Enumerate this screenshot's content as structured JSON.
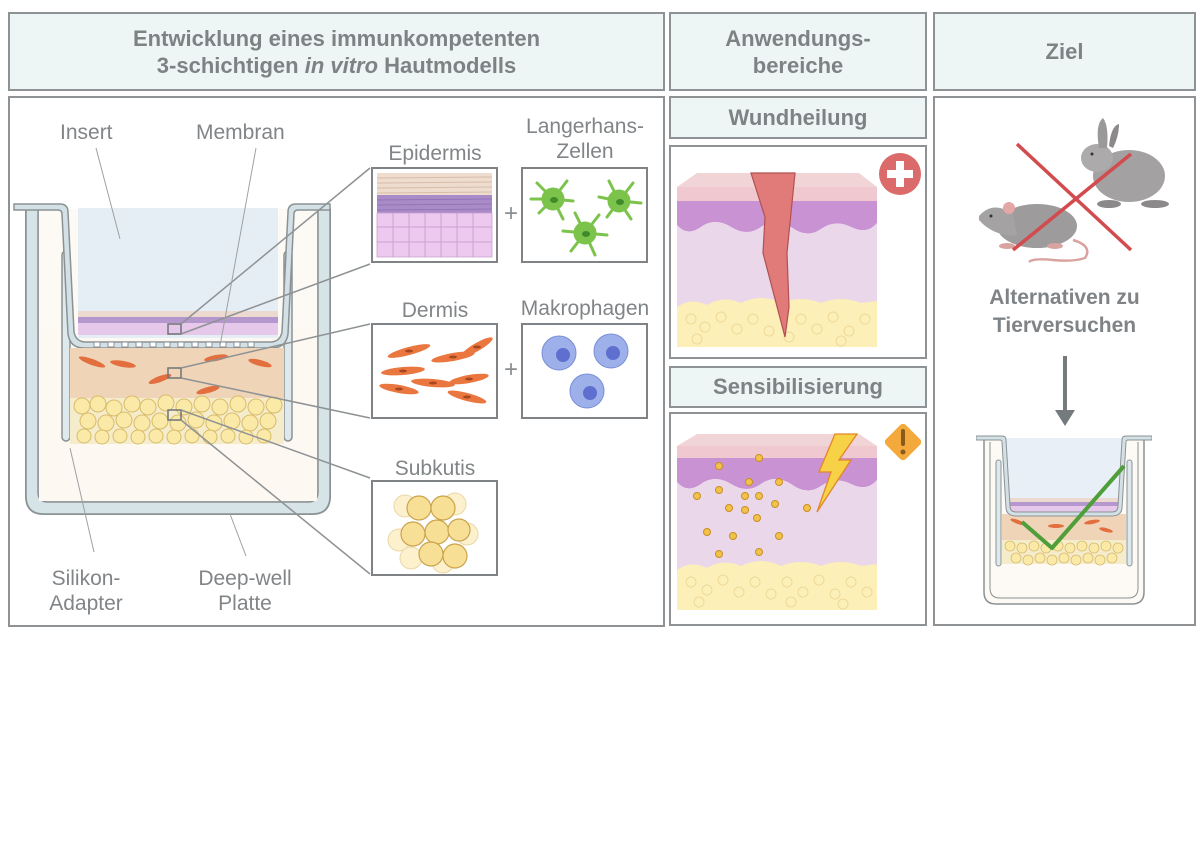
{
  "headers": {
    "main_line1": "Entwicklung eines immunkompetenten",
    "main_line2_pre": "3-schichtigen ",
    "main_line2_italic": "in vitro",
    "main_line2_post": " Hautmodells",
    "applications_line1": "Anwendungs-",
    "applications_line2": "bereiche",
    "goal": "Ziel"
  },
  "model": {
    "labels": {
      "insert": "Insert",
      "membrane": "Membran",
      "silicone_line1": "Silikon-",
      "silicone_line2": "Adapter",
      "deepwell_line1": "Deep-well",
      "deepwell_line2": "Platte"
    },
    "layers": [
      {
        "name": "Epidermis",
        "addition_line1": "Langerhans-",
        "addition_line2": "Zellen"
      },
      {
        "name": "Dermis",
        "addition": "Makrophagen"
      },
      {
        "name": "Subkutis"
      }
    ],
    "plus_sign": "+"
  },
  "applications": {
    "wound_healing": {
      "title": "Wundheilung",
      "icon": "medical-plus-icon"
    },
    "sensitization": {
      "title": "Sensibilisierung",
      "icon": "warning-icon"
    }
  },
  "goal": {
    "text_line1": "Alternativen zu",
    "text_line2": "Tierversuchen"
  },
  "colors": {
    "header_bg": "#edf6f4",
    "border": "#8e9294",
    "text": "#7d8285",
    "cross_red": "#d24c4f",
    "check_green": "#4e9e3a",
    "warning_orange": "#f4a93c",
    "plus_red": "#db6b6b"
  }
}
